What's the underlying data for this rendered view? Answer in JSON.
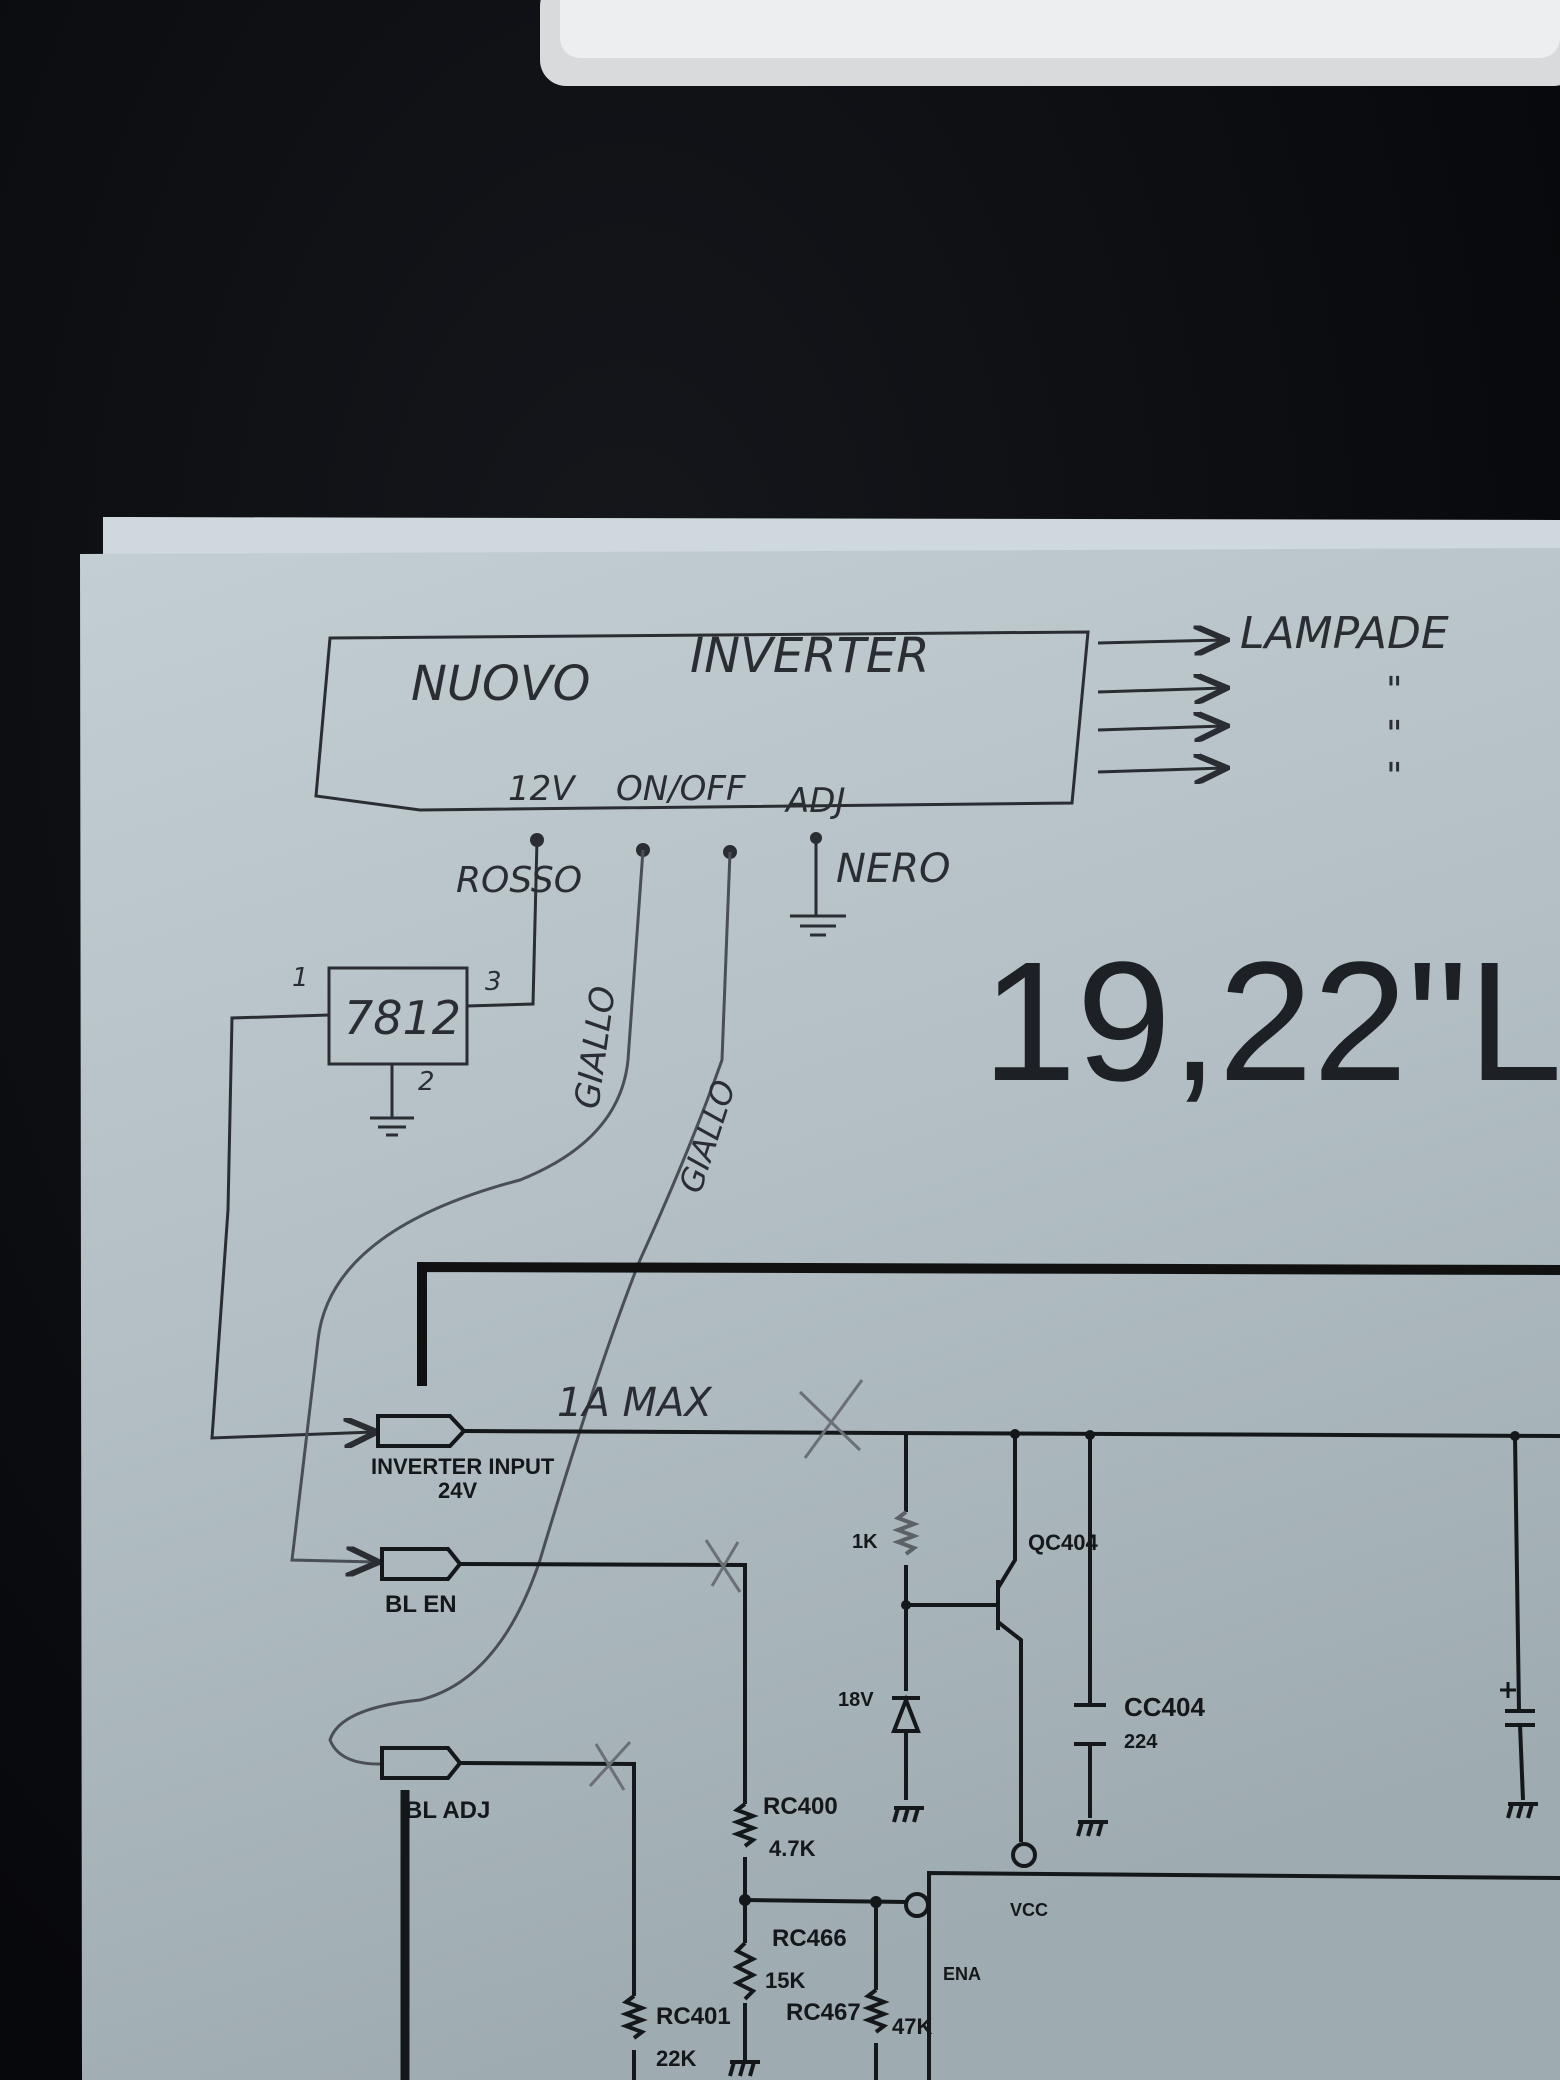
{
  "handwritten": {
    "box_title_1": "NUOVO",
    "box_title_2": "INVERTER",
    "lamps": "LAMPADE",
    "ditto": "\"",
    "pin_12v": "12V",
    "pin_onoff": "ON/OFF",
    "pin_adj": "ADJ",
    "wire_red": "ROSSO",
    "wire_black": "NERO",
    "wire_yellow_1": "GIALLO",
    "wire_yellow_2": "GIALLO",
    "regulator": "7812",
    "reg_pin_1": "1",
    "reg_pin_2": "2",
    "reg_pin_3": "3",
    "current_note": "1A MAX"
  },
  "printed": {
    "heading": "19,22\"L",
    "inverter_input": "INVERTER INPUT",
    "inverter_voltage": "24V",
    "bl_en": "BL EN",
    "bl_adj": "BL ADJ",
    "rc400": "RC400",
    "rc400_val": "4.7K",
    "rc466": "RC466",
    "rc466_val": "15K",
    "rc467": "RC467",
    "rc467_val": "47K",
    "rc401": "RC401",
    "rc401_val": "22K",
    "qc404": "QC404",
    "cc404": "CC404",
    "cc404_val": "224",
    "zener_val": "18V",
    "resistor_val": "1K",
    "vcc": "VCC",
    "ena": "ENA"
  },
  "colors": {
    "paper": "#b9c5ca",
    "ink": "#15181b",
    "pencil": "#3a3f44",
    "background": "#0b0c10"
  }
}
